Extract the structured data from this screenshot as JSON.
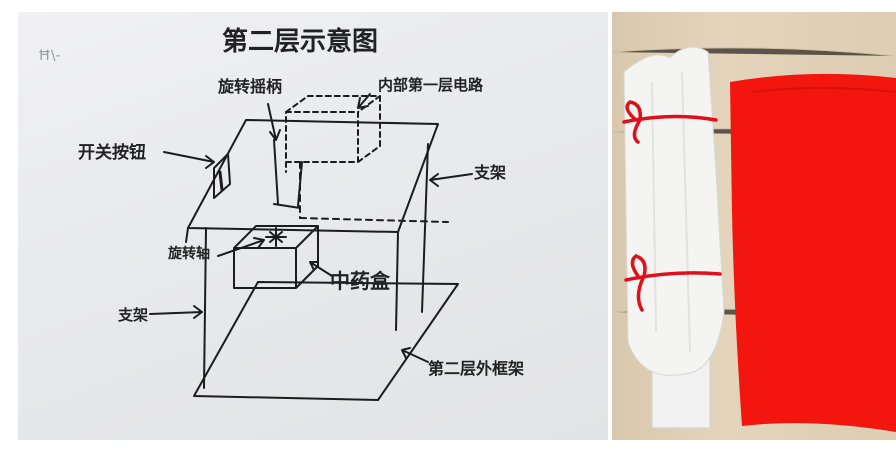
{
  "sketch": {
    "title": "第二层示意图",
    "labels": {
      "rotate_handle": "旋转摇柄",
      "inner_circuit": "内部第一层电路",
      "switch_button": "开关按钮",
      "bracket_right": "支架",
      "rotate_axis": "旋转轴",
      "middle_box": "中药盒",
      "bracket_left": "支架",
      "outer_frame": "第二层外框架"
    }
  },
  "photo": {
    "colors": {
      "wood": "#dccbb0",
      "cloth_white": "#f4f4f2",
      "cloth_red": "#f2160f",
      "string_red": "#e0101a"
    }
  }
}
